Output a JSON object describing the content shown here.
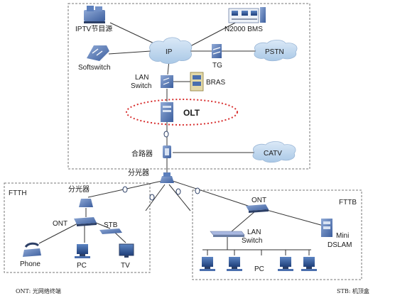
{
  "labels": {
    "iptv": "IPTV节目源",
    "n2000": "N2000 BMS",
    "softswitch": "Softswitch",
    "ip": "IP",
    "tg": "TG",
    "pstn": "PSTN",
    "lan_switch_top": [
      "LAN",
      "Switch"
    ],
    "bras": "BRAS",
    "olt": "OLT",
    "combiner": "合路器",
    "catv": "CATV",
    "splitter_main": "分光器",
    "ftth": "FTTH",
    "splitter_ftth": "分光器",
    "ont_ftth": "ONT",
    "stb": "STB",
    "phone": "Phone",
    "pc_ftth": "PC",
    "tv": "TV",
    "fttb": "FTTB",
    "ont_fttb": "ONT",
    "lan_switch_fttb": [
      "LAN",
      "Switch"
    ],
    "dslam": [
      "Mini",
      "DSLAM"
    ],
    "pc_fttb": "PC"
  },
  "footer": {
    "left": "ONT: 光网络终端",
    "right": "STB: 机顶盒"
  },
  "colors": {
    "cloud": "#b9d4ec",
    "device_blue": "#4a6fae",
    "device_dark": "#2c3f66",
    "olt_ring": "#d83030",
    "line": "#333333",
    "border": "#777777"
  }
}
